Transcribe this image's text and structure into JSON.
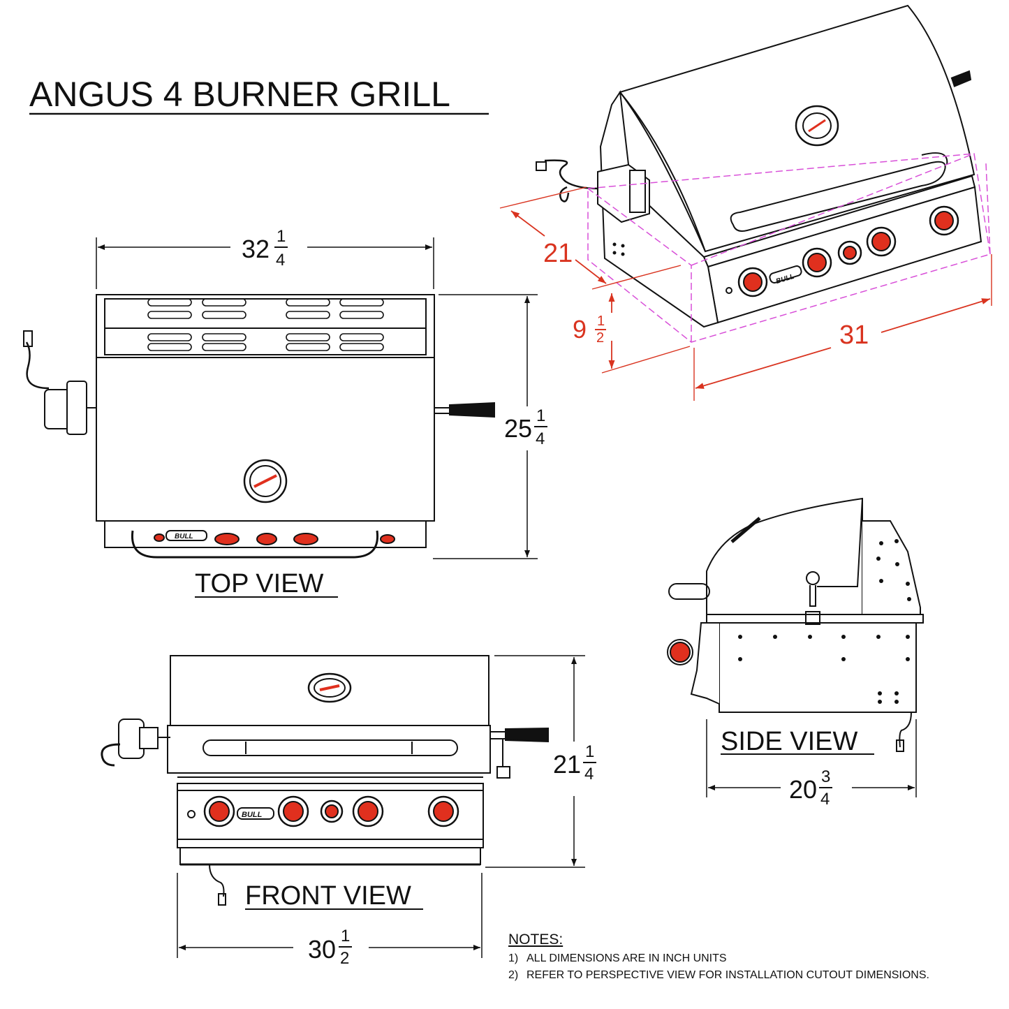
{
  "title": "ANGUS 4 BURNER GRILL",
  "views": {
    "top": "TOP VIEW",
    "front": "FRONT VIEW",
    "side": "SIDE VIEW"
  },
  "dimensions": {
    "top_width": {
      "whole": "32",
      "num": "1",
      "den": "4"
    },
    "top_depth": {
      "whole": "25",
      "num": "1",
      "den": "4"
    },
    "front_height": {
      "whole": "21",
      "num": "1",
      "den": "4"
    },
    "front_width": {
      "whole": "30",
      "num": "1",
      "den": "2"
    },
    "side_depth": {
      "whole": "20",
      "num": "3",
      "den": "4"
    },
    "cutout_width": "31",
    "cutout_depth": "21",
    "cutout_height": {
      "whole": "9",
      "num": "1",
      "den": "2"
    }
  },
  "notes": {
    "heading": "NOTES:",
    "items": [
      {
        "num": "1)",
        "text": "ALL DIMENSIONS ARE IN INCH UNITS"
      },
      {
        "num": "2)",
        "text": "REFER TO PERSPECTIVE VIEW FOR INSTALLATION CUTOUT DIMENSIONS."
      }
    ]
  },
  "brand_badge": "BULL",
  "colors": {
    "line": "#111111",
    "dimension_red": "#d9331f",
    "cutout_magenta": "#d84fd8",
    "knob_red": "#e0301e"
  }
}
